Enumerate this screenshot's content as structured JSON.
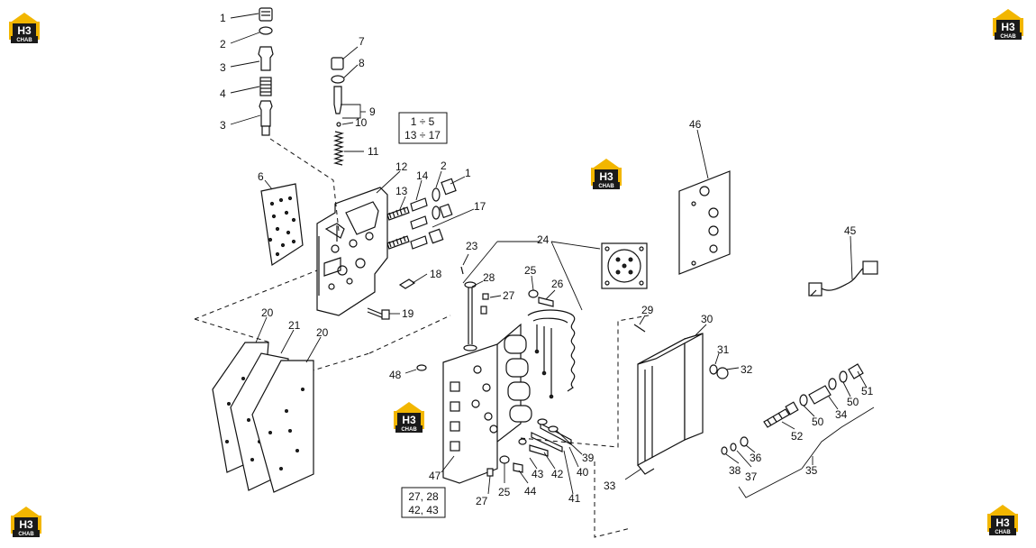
{
  "watermark": {
    "logo_letters": "H3",
    "logo_caption": "CHAB",
    "accent_color": "#f2b600",
    "dark_color": "#1a1a1a"
  },
  "callouts": {
    "c1a": "1",
    "c2a": "2",
    "c3a": "3",
    "c4": "4",
    "c3b": "3",
    "c7": "7",
    "c8": "8",
    "c9": "9",
    "c10": "10",
    "c11": "11",
    "c6": "6",
    "c12": "12",
    "c13": "13",
    "c14": "14",
    "c2b": "2",
    "c1b": "1",
    "c17": "17",
    "c18": "18",
    "c19": "19",
    "c20a": "20",
    "c21": "21",
    "c20b": "20",
    "c23": "23",
    "c24": "24",
    "c25a": "25",
    "c26": "26",
    "c27a": "27",
    "c28": "28",
    "c48": "48",
    "c47": "47",
    "c27b": "27",
    "c25b": "25",
    "c44": "44",
    "c43": "43",
    "c42": "42",
    "c41": "41",
    "c40": "40",
    "c39": "39",
    "c33": "33",
    "c29": "29",
    "c30": "30",
    "c31": "31",
    "c32": "32",
    "c46": "46",
    "c45": "45",
    "c51": "51",
    "c50a": "50",
    "c34": "34",
    "c50b": "50",
    "c52": "52",
    "c36": "36",
    "c37": "37",
    "c38": "38",
    "c35": "35"
  },
  "boxes": {
    "kit_top_line1": "1 ÷ 5",
    "kit_top_line2": "13 ÷ 17",
    "kit_bottom_line1": "27, 28",
    "kit_bottom_line2": "42, 43"
  }
}
